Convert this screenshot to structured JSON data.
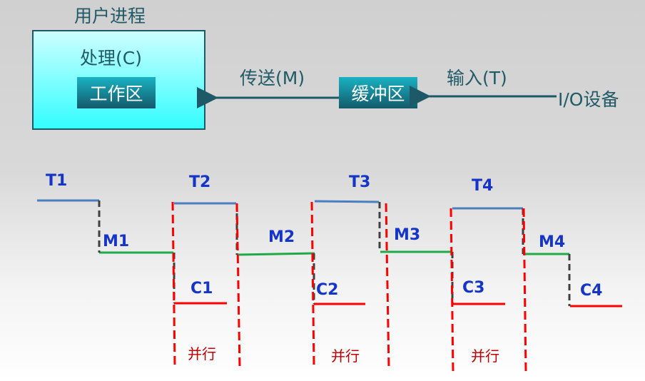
{
  "top": {
    "process_title": "用户进程",
    "process_label": "处理(C)",
    "work_area": "工作区",
    "transfer_label": "传送(M)",
    "buffer": "缓冲区",
    "input_label": "输入(T)",
    "device": "I/O设备"
  },
  "timeline": {
    "input_labels": [
      "T1",
      "T2",
      "T3",
      "T4"
    ],
    "transfer_labels": [
      "M1",
      "M2",
      "M3",
      "M4"
    ],
    "compute_labels": [
      "C1",
      "C2",
      "C3",
      "C4"
    ],
    "parallel_label": "并行"
  },
  "colors": {
    "input": "#4a7ebf",
    "transfer": "#1faa4a",
    "compute": "#ff0000",
    "text": "#1f5a66",
    "label": "#1535c8"
  }
}
